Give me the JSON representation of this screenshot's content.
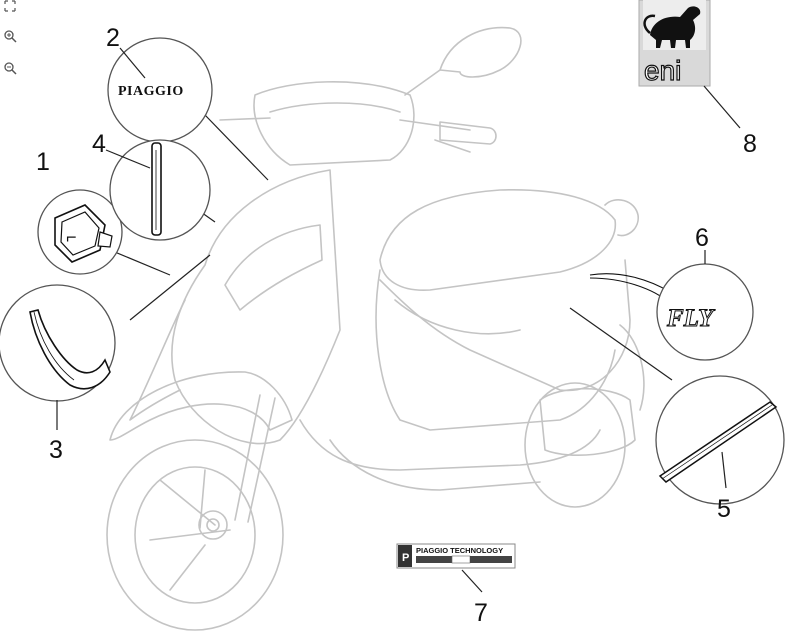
{
  "toolbar": {
    "tools": [
      {
        "name": "fit-page-icon",
        "label": "fit"
      },
      {
        "name": "zoom-in-icon",
        "label": "zoom in"
      },
      {
        "name": "zoom-out-icon",
        "label": "zoom out"
      }
    ]
  },
  "callouts": [
    {
      "id": "1",
      "label": "1"
    },
    {
      "id": "2",
      "label": "2"
    },
    {
      "id": "3",
      "label": "3"
    },
    {
      "id": "4",
      "label": "4"
    },
    {
      "id": "5",
      "label": "5"
    },
    {
      "id": "6",
      "label": "6"
    },
    {
      "id": "7",
      "label": "7"
    },
    {
      "id": "8",
      "label": "8"
    }
  ],
  "decals": {
    "piaggio_wordmark": "PIAGGIO",
    "fly_wordmark": "FLY",
    "technology_plate": "PIAGGIO TECHNOLOGY",
    "eni_logo": "eni"
  },
  "colors": {
    "ghost_line": "#c4c4c4",
    "eni_yellow": "#f5d400",
    "ink": "#111111"
  }
}
